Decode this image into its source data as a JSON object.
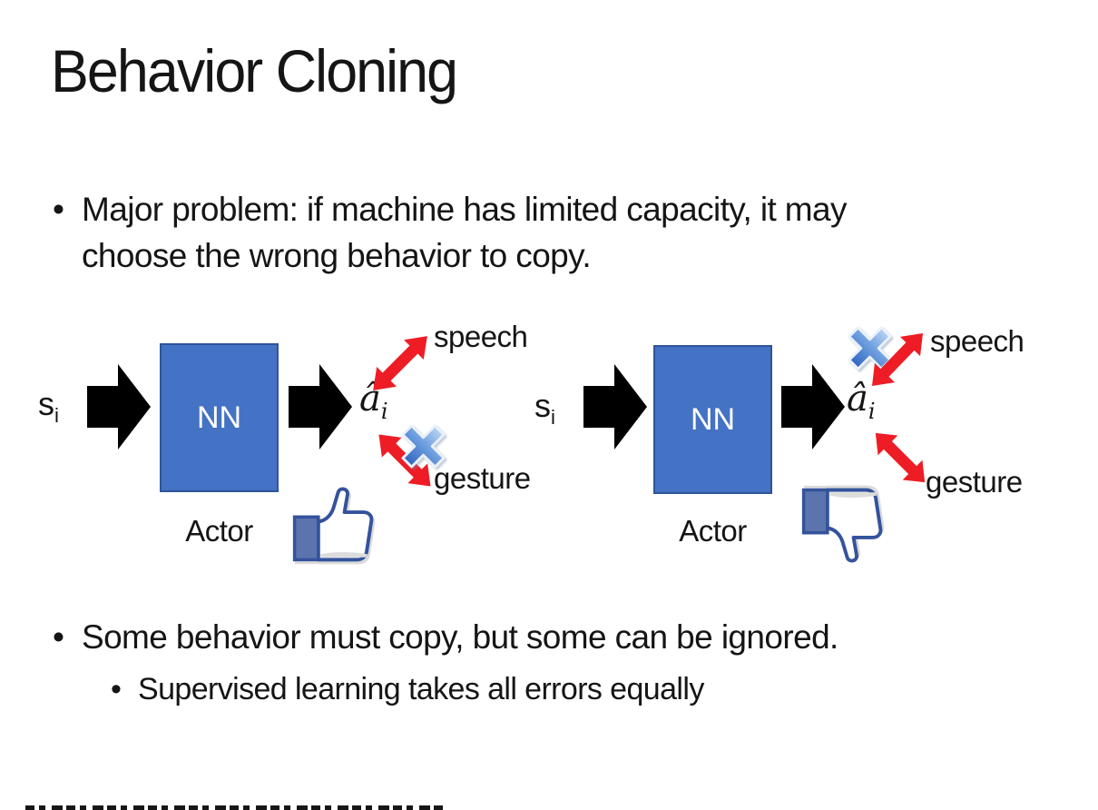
{
  "slide": {
    "title": "Behavior Cloning",
    "bullet_main": "Major problem: if machine has limited capacity, it may choose the wrong behavior to copy.",
    "bullet_second": "Some behavior must copy, but some can be ignored.",
    "bullet_second_sub": "Supervised learning takes all errors equally"
  },
  "diagrams": [
    {
      "input_main": "s",
      "input_sub": "i",
      "box_label": "NN",
      "box_caption": "Actor",
      "output_main": "â",
      "output_sub": "i",
      "branch_top": "speech",
      "branch_bottom": "gesture",
      "crossed_branch": "gesture",
      "feedback_icon": "thumbs-up"
    },
    {
      "input_main": "s",
      "input_sub": "i",
      "box_label": "NN",
      "box_caption": "Actor",
      "output_main": "â",
      "output_sub": "i",
      "branch_top": "speech",
      "branch_bottom": "gesture",
      "crossed_branch": "speech",
      "feedback_icon": "thumbs-down"
    }
  ],
  "colors": {
    "nn_box_fill": "#4472C4",
    "nn_box_border": "#2F5597",
    "arrow_black": "#000000",
    "double_arrow_red": "#EE1C25",
    "cross_blue_light": "#C4DBF6",
    "cross_blue_mid": "#6FA0E0",
    "cross_blue_dark": "#2A5FBE",
    "thumb_outline_navy": "#34539C",
    "thumb_cuff_blue": "#5B74AE",
    "text_color": "#151515"
  }
}
